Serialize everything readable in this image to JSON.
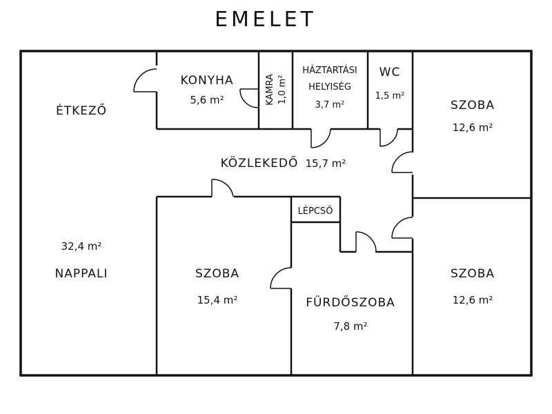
{
  "floor_title": "EMELET",
  "rooms": {
    "konyha": {
      "name": "KONYHA",
      "area": "5,6 m²"
    },
    "kamra": {
      "name": "KAMRA",
      "area": "1,0 m²"
    },
    "haztartasi": {
      "name_line1": "HÁZTARTÁSI",
      "name_line2": "HELYISÉG",
      "area": "3,7 m²"
    },
    "wc": {
      "name": "WC",
      "area": "1,5 m²"
    },
    "szoba_ne": {
      "name": "SZOBA",
      "area": "12,6 m²"
    },
    "etkezo": {
      "name": "ÉTKEZŐ"
    },
    "nappali": {
      "name": "NAPPALI",
      "area": "32,4 m²"
    },
    "kozlekedo": {
      "name": "KÖZLEKEDŐ",
      "area": "15,7 m²"
    },
    "lepcso": {
      "name": "LÉPCSŐ"
    },
    "szoba_center": {
      "name": "SZOBA",
      "area": "15,4 m²"
    },
    "furdoszoba": {
      "name": "FÜRDŐSZOBA",
      "area": "7,8 m²"
    },
    "szoba_se": {
      "name": "SZOBA",
      "area": "12,6 m²"
    }
  }
}
